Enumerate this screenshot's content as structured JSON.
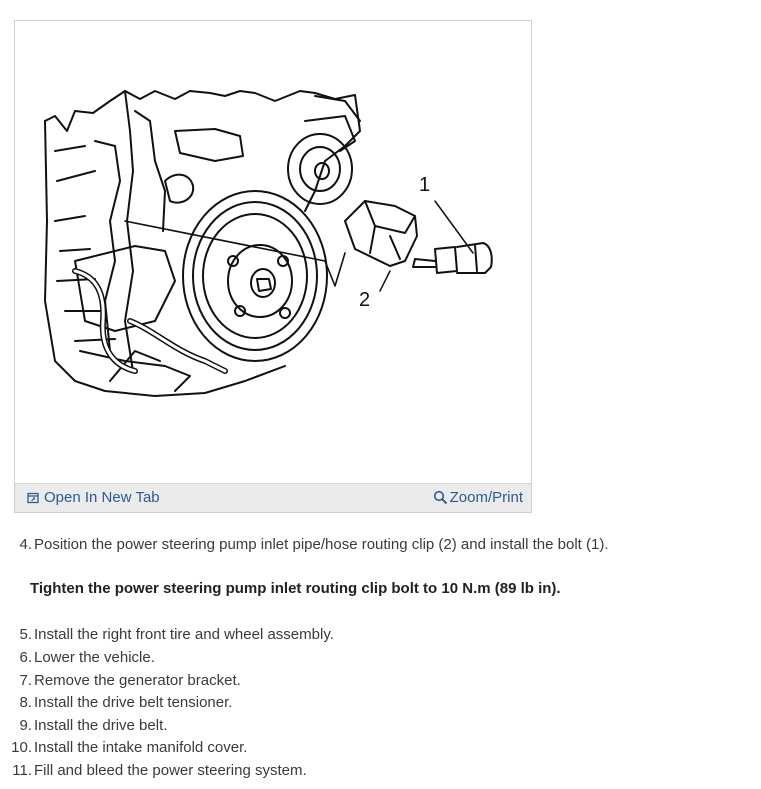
{
  "figure": {
    "callouts": [
      "1",
      "2"
    ],
    "open_tab_label": "Open In New Tab",
    "zoom_label": "Zoom/Print"
  },
  "steps": [
    {
      "number": "4.",
      "text": "Position the power steering pump inlet pipe/hose routing clip (2) and install the bolt (1)."
    },
    {
      "number": "5.",
      "text": "Install the right front tire and wheel assembly."
    },
    {
      "number": "6.",
      "text": "Lower the vehicle."
    },
    {
      "number": "7.",
      "text": "Remove the generator bracket."
    },
    {
      "number": "8.",
      "text": "Install the drive belt tensioner."
    },
    {
      "number": "9.",
      "text": "Install the drive belt."
    },
    {
      "number": "10.",
      "text": "Install the intake manifold cover."
    },
    {
      "number": "11.",
      "text": "Fill and bleed the power steering system."
    }
  ],
  "torque_note": "Tighten the power steering pump inlet routing clip bolt to 10 N.m (89 lb in).",
  "colors": {
    "link": "#2e5a94",
    "toolbar_bg": "#ebebeb",
    "border": "#cfcfcf"
  },
  "icons": {
    "open_tab": "new-tab-icon",
    "zoom": "magnifier-icon"
  }
}
